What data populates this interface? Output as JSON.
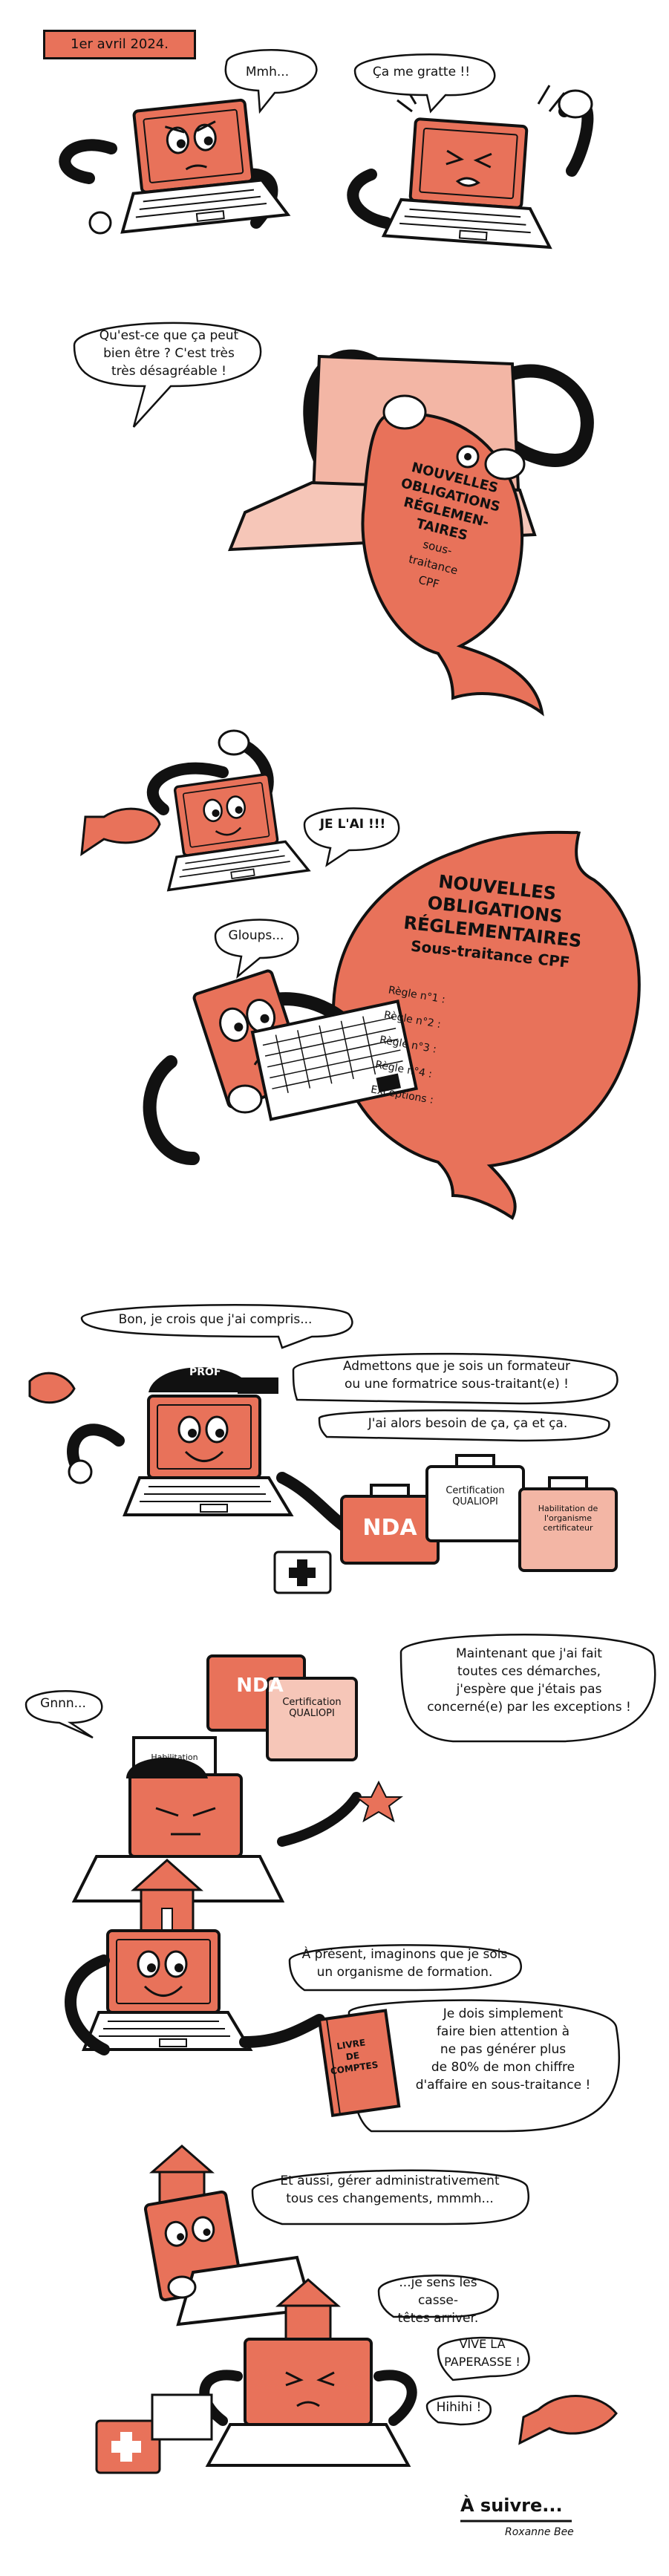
{
  "date": "1er avril 2024.",
  "panels": [
    {
      "speech": [
        "Mmh..."
      ]
    },
    {
      "speech": [
        "Ça me gratte !!"
      ]
    },
    {
      "speech": [
        "Qu'est-ce que ça peut",
        "bien être ? C'est très",
        "très désagréable !"
      ],
      "fish_text": [
        "NOUVELLES",
        "OBLIGATIONS",
        "RÉGLEMEN-",
        "TAIRES",
        "sous-",
        "traitance",
        "CPF"
      ]
    },
    {
      "speech": [
        "JE L'AI !!!"
      ]
    },
    {
      "speech": [
        "Gloups..."
      ],
      "fish_text": [
        "NOUVELLES",
        "OBLIGATIONS",
        "RÉGLEMENTAIRES",
        "Sous-traitance CPF"
      ],
      "rules": [
        "Règle n°1 :",
        "Règle n°2 :",
        "Règle n°3 :",
        "Règle n°4 :",
        "Exceptions :"
      ]
    },
    {
      "speech_top": "Bon, je crois que j'ai compris...",
      "speech": [
        "Admettons que je sois un formateur",
        "ou une formatrice sous-traitant(e) !",
        "J'ai alors besoin de ça, ça et ça."
      ],
      "cap_label": "PROF",
      "cases": [
        "NDA",
        "Certification QUALIOPI",
        "Habilitation de l'organisme certificateur"
      ]
    },
    {
      "speech_left": "Gnnn...",
      "speech": [
        "Maintenant que j'ai fait",
        "toutes ces démarches,",
        "j'espère que j'étais pas",
        "concerné(e) par les exceptions !"
      ],
      "cases": [
        "NDA",
        "Habilitation",
        "Certification QUALIOPI"
      ]
    },
    {
      "speech": [
        "À présent, imaginons que je sois",
        "un organisme de formation."
      ],
      "speech2": [
        "Je dois simplement",
        "faire bien attention à",
        "ne pas générer plus",
        "de 80% de mon chiffre",
        "d'affaire en sous-traitance !"
      ],
      "book_label": [
        "LIVRE",
        "DE",
        "COMPTES"
      ]
    },
    {
      "speech": [
        "Et aussi, gérer administrativement",
        "tous ces changements, mmmh..."
      ]
    },
    {
      "speech": [
        "...je sens les casse-",
        "têtes arriver."
      ],
      "speech2": [
        "VIVE LA",
        "PAPERASSE !"
      ],
      "speech3": [
        "Hihihi !"
      ]
    }
  ],
  "ending": "À suivre...",
  "signature": "Roxanne Bee",
  "colors": {
    "accent": "#e8725a",
    "line": "#111111",
    "pale": "#f3b6a5",
    "paper": "#ffffff"
  }
}
